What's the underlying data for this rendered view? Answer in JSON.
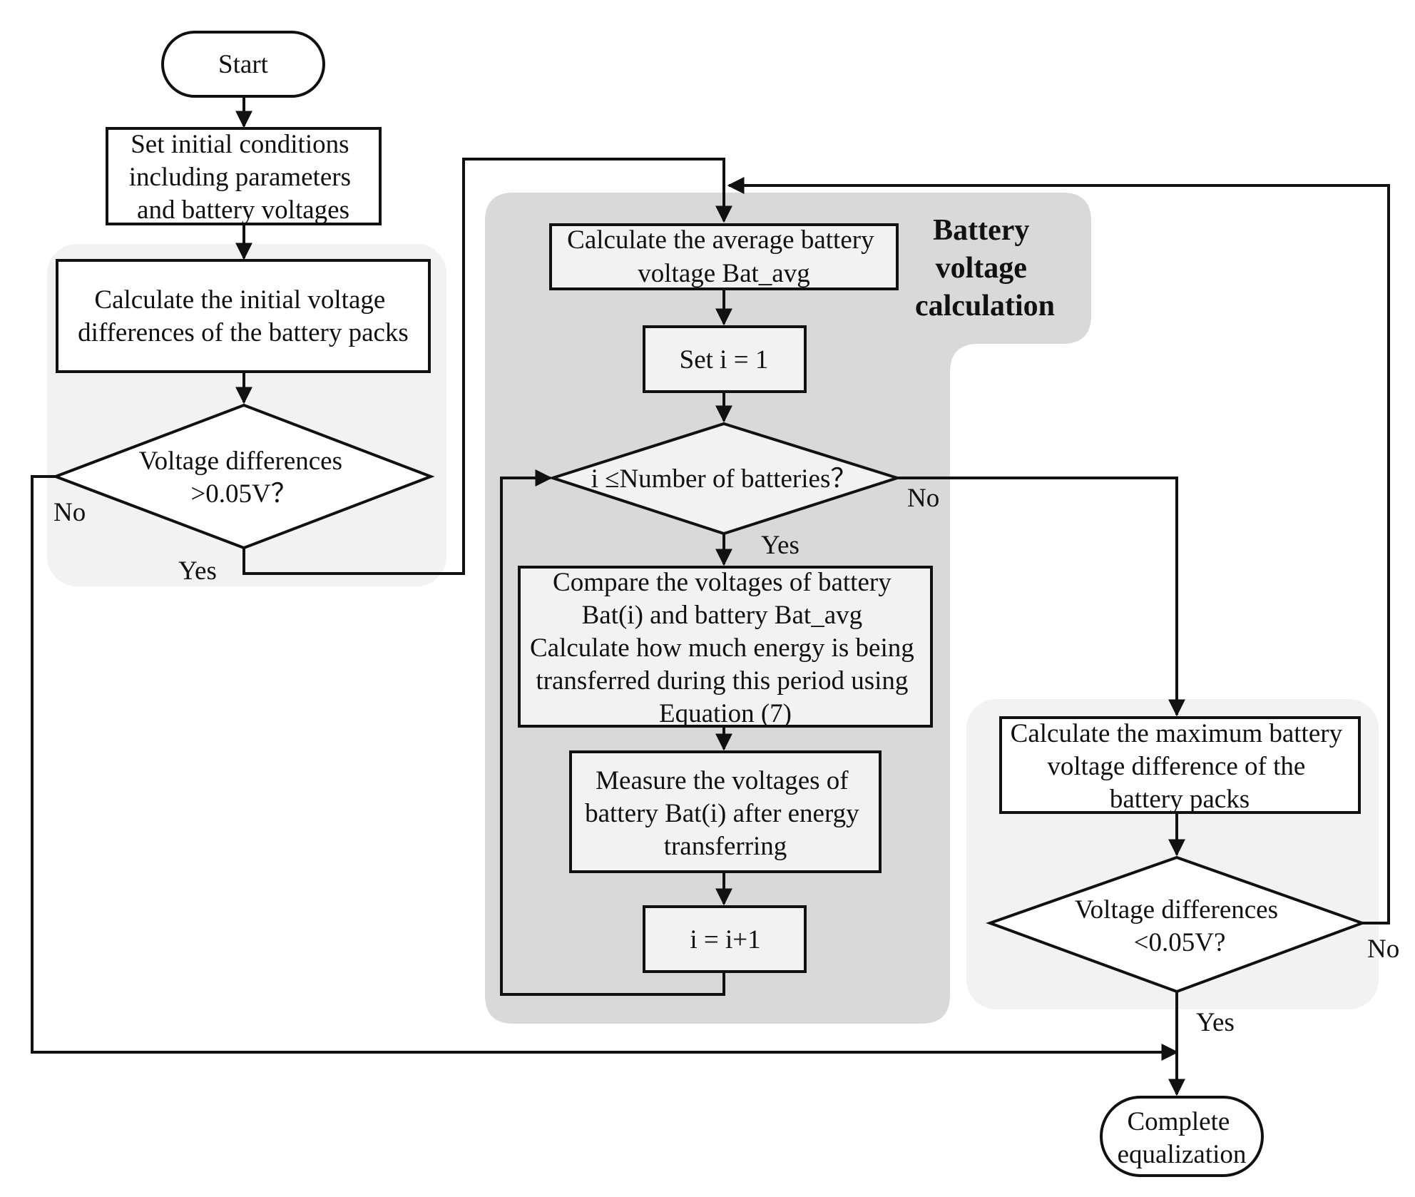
{
  "groups": {
    "battery_voltage_calculation": {
      "title_lines": [
        "Battery",
        "voltage",
        "calculation"
      ]
    }
  },
  "nodes": {
    "start": {
      "lines": [
        "Start"
      ]
    },
    "set_initial": {
      "lines": [
        "Set initial conditions",
        "including parameters",
        "and battery voltages"
      ]
    },
    "calc_initial_diff": {
      "lines": [
        "Calculate the initial voltage",
        "differences of the battery packs"
      ]
    },
    "decision_initial": {
      "lines": [
        "Voltage differences",
        ">0.05V？"
      ]
    },
    "calc_avg": {
      "lines": [
        "Calculate the average battery",
        "voltage Bat_avg"
      ]
    },
    "set_i": {
      "lines": [
        "Set i = 1"
      ]
    },
    "decision_i": {
      "lines": [
        "i ≤Number of batteries？"
      ]
    },
    "compare": {
      "lines": [
        "Compare the voltages of battery",
        "Bat(i) and battery Bat_avg",
        "Calculate how much energy is being",
        "transferred during this period using",
        "Equation (7)"
      ]
    },
    "measure": {
      "lines": [
        "Measure the voltages of",
        "battery Bat(i) after energy",
        "transferring"
      ]
    },
    "increment": {
      "lines": [
        "i = i+1"
      ]
    },
    "calc_max": {
      "lines": [
        "Calculate the maximum battery",
        "voltage difference of the",
        "battery packs"
      ]
    },
    "decision_final": {
      "lines": [
        "Voltage differences",
        "<0.05V?"
      ]
    },
    "complete": {
      "lines": [
        "Complete",
        "equalization"
      ]
    }
  },
  "edge_labels": {
    "initial_no": "No",
    "initial_yes": "Yes",
    "i_yes": "Yes",
    "i_no": "No",
    "final_no": "No",
    "final_yes": "Yes"
  }
}
